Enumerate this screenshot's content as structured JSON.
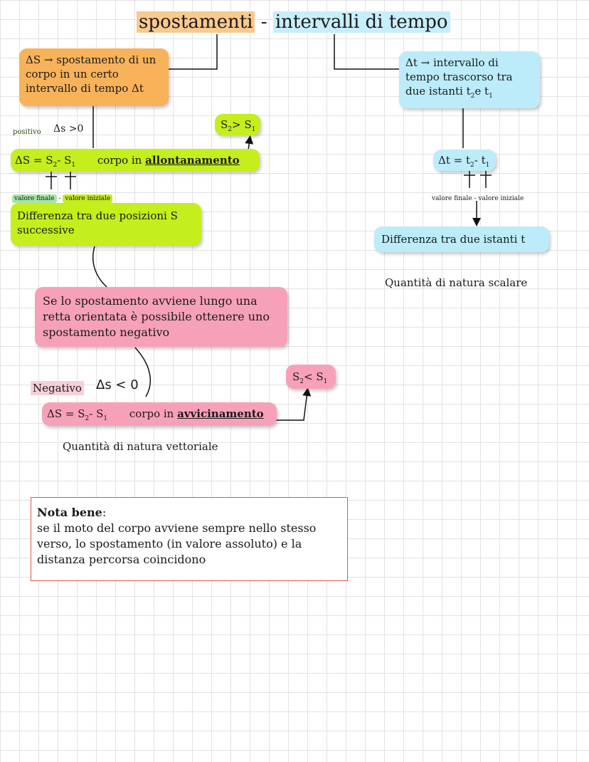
{
  "title": {
    "part1": "spostamenti",
    "separator": " - ",
    "part2": "intervalli di tempo"
  },
  "left": {
    "definition": "ΔS → spostamento di un corpo in un certo intervallo di tempo Δt",
    "positive_word": "positivo",
    "positive_condition": "Δs >0",
    "s2_gt_s1": {
      "a": "S",
      "a_sub": "2",
      "op": "> ",
      "b": "S",
      "b_sub": "1"
    },
    "formula_pos": {
      "text": "ΔS = S",
      "sub1": "2",
      "mid": "- S",
      "sub2": "1"
    },
    "pos_state_prefix": "corpo in ",
    "pos_state_word": "allontanamento",
    "final_label": "valore finale",
    "dash": " - ",
    "initial_label": "valore iniziale",
    "difference": "Differenza tra due posizioni S successive",
    "oriented_line": "Se lo spostamento avviene lungo una retta orientata è possibile ottenere uno spostamento negativo",
    "negative_word": "Negativo",
    "negative_condition": "Δs < 0",
    "s2_lt_s1": {
      "a": "S",
      "a_sub": "2",
      "op": "< ",
      "b": "S",
      "b_sub": "1"
    },
    "formula_neg": {
      "text": "ΔS = S",
      "sub1": "2",
      "mid": "- S",
      "sub2": "1"
    },
    "neg_state_prefix": "corpo in ",
    "neg_state_word": "avvicinamento",
    "vector_nature": "Quantità di natura vettoriale"
  },
  "right": {
    "definition_prefix": "Δt → intervallo di tempo trascorso tra due istanti t",
    "def_sub1": "2",
    "def_mid": "e t",
    "def_sub2": "1",
    "formula": {
      "text": "Δt = t",
      "sub1": "2",
      "mid": "- t",
      "sub2": "1"
    },
    "final_label": "valore finale",
    "dash": " - ",
    "initial_label": "valore iniziale",
    "difference": "Differenza tra due istanti t",
    "scalar_nature": "Quantità di natura scalare"
  },
  "note": {
    "heading": "Nota bene",
    "colon": ":",
    "body": "se il moto del corpo avviene sempre nello stesso verso, lo spostamento (in valore assoluto) e la distanza percorsa coincidono"
  }
}
